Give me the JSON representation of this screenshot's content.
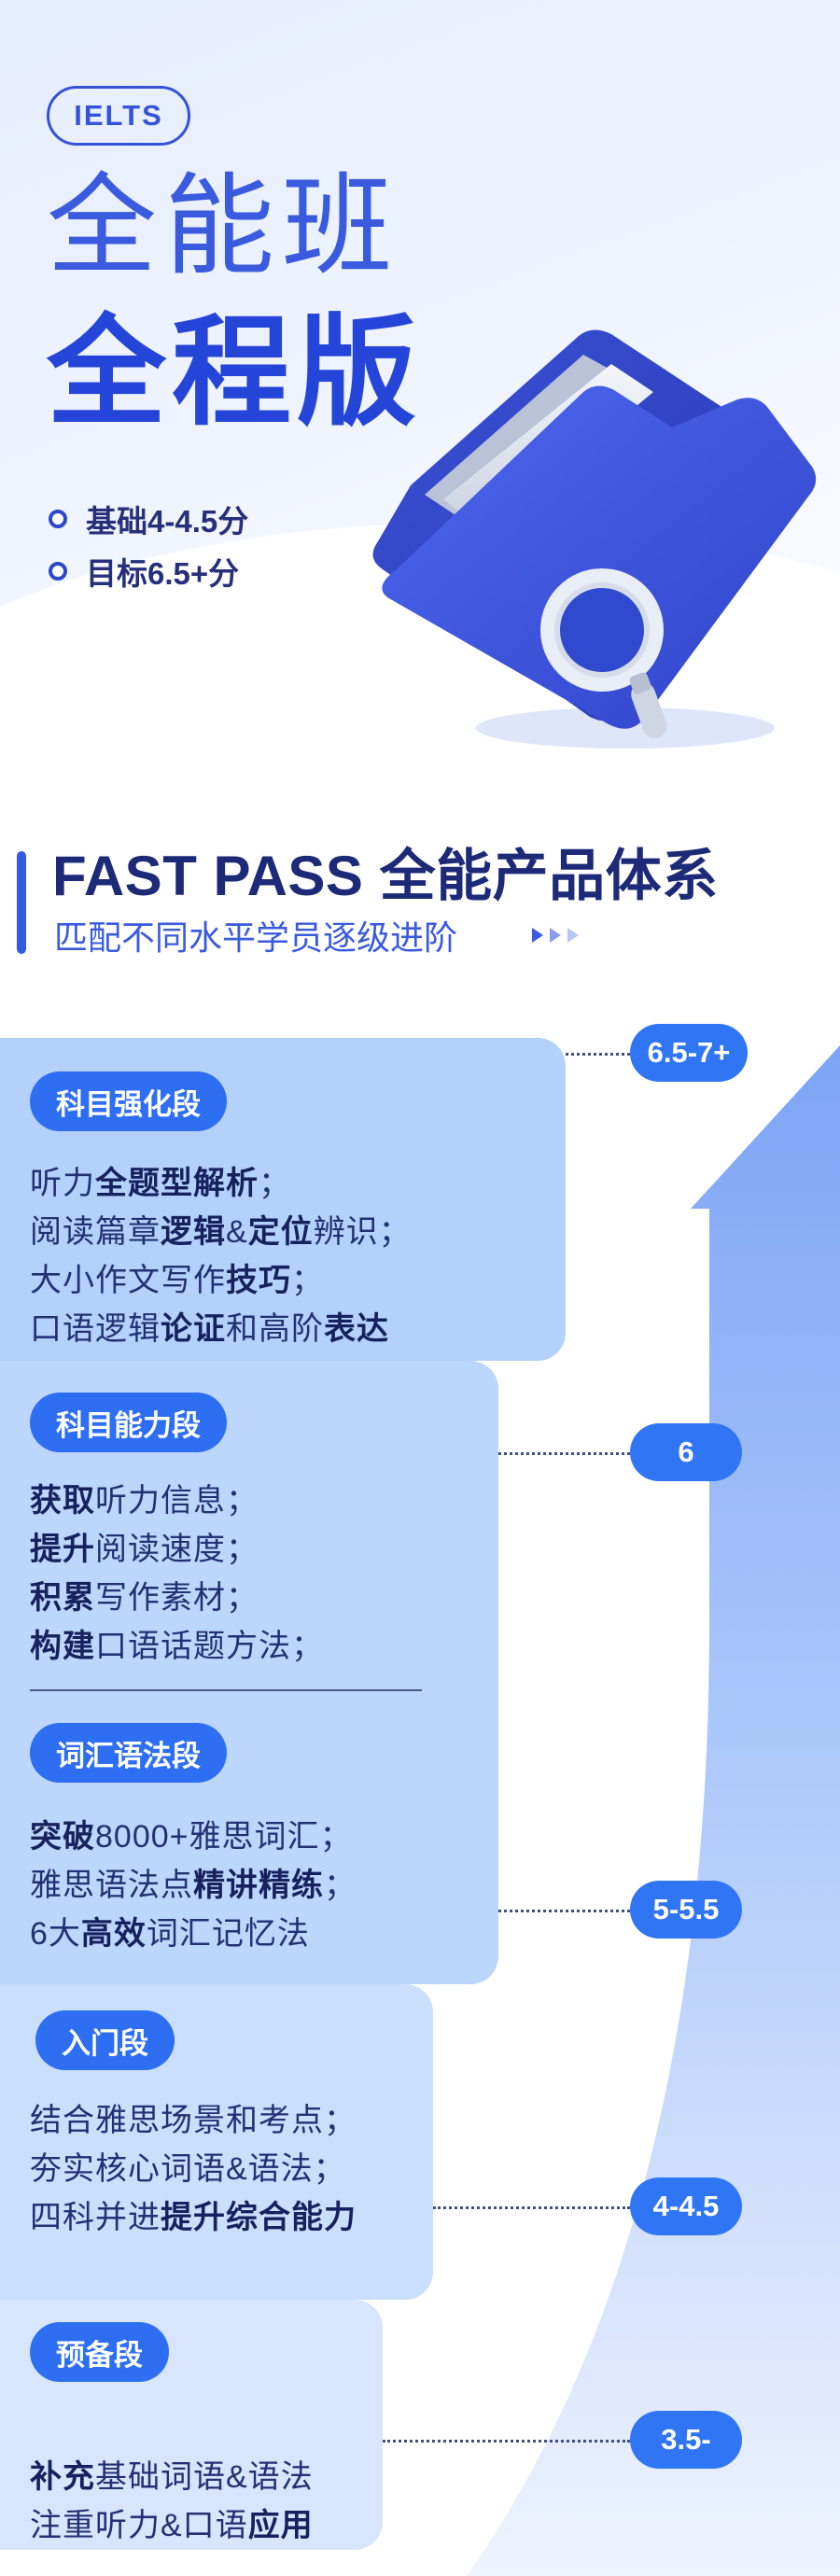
{
  "hero": {
    "badge": "IELTS",
    "title_line1": "全能班",
    "title_line2": "全程版",
    "bullets": [
      "基础4-4.5分",
      "目标6.5+分"
    ]
  },
  "section": {
    "title": "FAST PASS 全能产品体系",
    "subtitle": "匹配不同水平学员逐级进阶"
  },
  "levels": [
    "6.5-7+",
    "6",
    "5-5.5",
    "4-4.5",
    "3.5-"
  ],
  "stages": [
    {
      "tag": "科目强化段",
      "lines": [
        [
          {
            "t": "听力"
          },
          {
            "t": "全题型解析",
            "b": true
          },
          {
            "t": "；"
          }
        ],
        [
          {
            "t": "阅读篇章"
          },
          {
            "t": "逻辑",
            "b": true
          },
          {
            "t": "&"
          },
          {
            "t": "定位",
            "b": true
          },
          {
            "t": "辨识；"
          }
        ],
        [
          {
            "t": "大小作文写作"
          },
          {
            "t": "技巧",
            "b": true
          },
          {
            "t": "；"
          }
        ],
        [
          {
            "t": "口语逻辑"
          },
          {
            "t": "论证",
            "b": true
          },
          {
            "t": "和高阶"
          },
          {
            "t": "表达",
            "b": true
          }
        ]
      ]
    },
    {
      "tag": "科目能力段",
      "lines": [
        [
          {
            "t": "获取",
            "b": true
          },
          {
            "t": "听力信息；"
          }
        ],
        [
          {
            "t": "提升",
            "b": true
          },
          {
            "t": "阅读速度；"
          }
        ],
        [
          {
            "t": "积累",
            "b": true
          },
          {
            "t": "写作素材；"
          }
        ],
        [
          {
            "t": "构建",
            "b": true
          },
          {
            "t": "口语话题方法；"
          }
        ]
      ]
    },
    {
      "tag": "词汇语法段",
      "lines": [
        [
          {
            "t": "突破",
            "b": true
          },
          {
            "t": "8000+雅思词汇；"
          }
        ],
        [
          {
            "t": "雅思语法点"
          },
          {
            "t": "精讲精练",
            "b": true
          },
          {
            "t": "；"
          }
        ],
        [
          {
            "t": "6大"
          },
          {
            "t": "高效",
            "b": true
          },
          {
            "t": "词汇记忆法"
          }
        ]
      ]
    },
    {
      "tag": "入门段",
      "lines": [
        [
          {
            "t": "结合雅思场景和考点；"
          }
        ],
        [
          {
            "t": "夯实核心词语&语法；"
          }
        ],
        [
          {
            "t": "四科并进"
          },
          {
            "t": "提升综合能力",
            "b": true
          }
        ]
      ]
    },
    {
      "tag": "预备段",
      "lines": [
        [
          {
            "t": "补充",
            "b": true
          },
          {
            "t": "基础词语&语法"
          }
        ],
        [
          {
            "t": "注重听力&口语"
          },
          {
            "t": "应用",
            "b": true
          }
        ]
      ]
    }
  ]
}
